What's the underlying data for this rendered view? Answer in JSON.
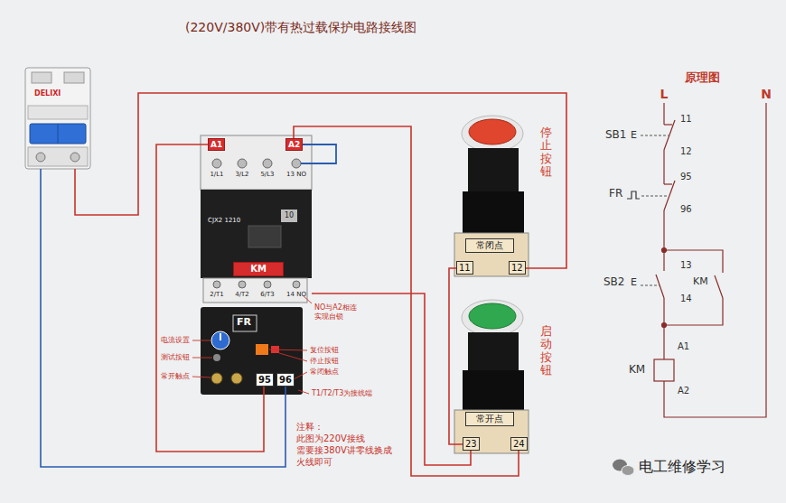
{
  "diagram": {
    "title": "(220V/380V)带有热过载保护电路接线图",
    "nodes": [
      {
        "text": [
          "DELIXI"
        ]
      },
      {
        "text": [
          "CJX2 1210"
        ]
      },
      {
        "text": [
          "A1"
        ],
        "in": 1
      },
      {
        "text": [
          "A2"
        ],
        "in": 1
      },
      {
        "text": [
          "KM"
        ],
        "in": 1
      },
      {
        "text": [
          "FR"
        ]
      },
      {
        "text": [
          "95"
        ],
        "in": 5
      },
      {
        "text": [
          "96"
        ],
        "in": 5
      },
      {
        "text": [
          "停止按钮"
        ]
      },
      {
        "text": [
          "常闭点"
        ],
        "in": 8
      },
      {
        "text": [
          "11"
        ],
        "in": 8
      },
      {
        "text": [
          "12"
        ],
        "in": 8
      },
      {
        "text": [
          "启动按钮"
        ]
      },
      {
        "text": [
          "常开点"
        ],
        "in": 12
      },
      {
        "text": [
          "23"
        ],
        "in": 12
      },
      {
        "text": [
          "24"
        ],
        "in": 12
      }
    ],
    "edges": [
      {
        "from": 0,
        "to": 11,
        "arrow": "none"
      },
      {
        "from": 10,
        "to": 14,
        "arrow": "none"
      },
      {
        "from": 1,
        "to": 14,
        "arrow": "none"
      },
      {
        "from": 15,
        "to": 3,
        "arrow": "none"
      },
      {
        "from": 6,
        "to": 2,
        "arrow": "none"
      },
      {
        "from": 7,
        "to": 0,
        "arrow": "none"
      }
    ],
    "labels": [
      "1/L1",
      "3/L2",
      "5/L3",
      "13 NO",
      "10",
      "2/T1",
      "4/T2",
      "6/T3",
      "14 NO",
      "电流设置",
      "测试按钮",
      "常开触点",
      "复位按钮",
      "停止按钮",
      "常闭触点",
      "T1/T2/T3为接线端",
      "NO与A2相连 实现自锁",
      "注释： 此图为220V接线 需要接380V讲零线换成 火线即可",
      "原理图",
      "L",
      "N",
      "SB1",
      "E",
      "11",
      "12",
      "FR",
      "95",
      "96",
      "13",
      "SB2",
      "E",
      "14",
      "KM",
      "A1",
      "KM",
      "A2",
      "电工维修学习"
    ]
  }
}
